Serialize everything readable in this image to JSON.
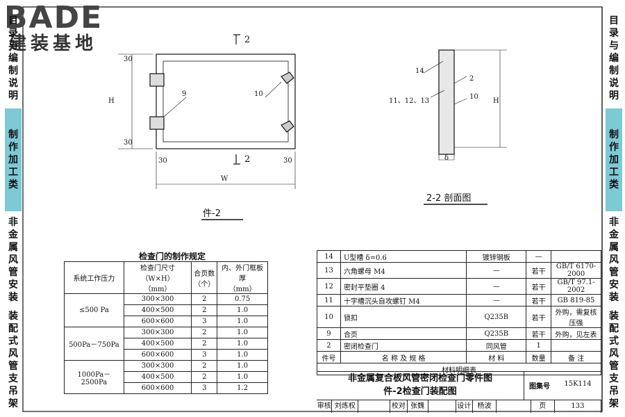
{
  "logo": {
    "brand": "BADE",
    "sub": "建装基地"
  },
  "left_tabs": [
    {
      "text": "目录与编制说明",
      "highlight": false
    },
    {
      "text": "制作加工类",
      "highlight": true
    },
    {
      "text": "非金属风管安装",
      "highlight": false
    },
    {
      "text": "装配式风管支吊架",
      "highlight": false
    }
  ],
  "right_tabs": [
    {
      "text": "目录与编制说明",
      "highlight": false
    },
    {
      "text": "制作加工类",
      "highlight": true
    },
    {
      "text": "非金属风管安装",
      "highlight": false
    },
    {
      "text": "装配式风管支吊架",
      "highlight": false
    }
  ],
  "drawing1": {
    "section_mark_top": "2",
    "section_mark_bottom": "2",
    "dim_30": "30",
    "dim_h": "H",
    "dim_w": "W",
    "callout_9": "9",
    "callout_10": "10",
    "caption": "件-2"
  },
  "drawing2": {
    "callout_14": "14",
    "callout_2": "2",
    "callout_11": "11、12、13",
    "callout_10": "10",
    "dim_h": "H",
    "dim_delta": "δ",
    "caption": "2-2  剖面图"
  },
  "spec_table": {
    "title": "检查门的制作规定",
    "headers": [
      "系统工作压力",
      "检查门尺寸（W×H）\n（mm）",
      "合页数\n（个）",
      "内、外门框板厚\n（mm）"
    ],
    "groups": [
      {
        "pressure": "≤500 Pa",
        "rows": [
          [
            "300×300",
            "2",
            "0.75"
          ],
          [
            "400×500",
            "2",
            "1.0"
          ],
          [
            "600×600",
            "3",
            "1.0"
          ]
        ]
      },
      {
        "pressure": "500Pa－750Pa",
        "rows": [
          [
            "300×300",
            "2",
            "1.0"
          ],
          [
            "400×500",
            "2",
            "1.0"
          ],
          [
            "600×600",
            "3",
            "1.0"
          ]
        ]
      },
      {
        "pressure": "1000Pa－2500Pa",
        "rows": [
          [
            "300×300",
            "2",
            "1.0"
          ],
          [
            "400×500",
            "2",
            "1.0"
          ],
          [
            "600×600",
            "3",
            "1.2"
          ]
        ]
      }
    ]
  },
  "material_table": {
    "rows": [
      [
        "14",
        "U型槽  δ=0.6",
        "镀锌钢板",
        "—",
        ""
      ],
      [
        "13",
        "六角螺母 M4",
        "—",
        "若干",
        "GB/T 6170-2000"
      ],
      [
        "12",
        "密封平垫圈  4",
        "—",
        "若干",
        "GB/T 97.1-2002"
      ],
      [
        "11",
        "十字槽沉头自攻螺钉  M4",
        "—",
        "若干",
        "GB 819-85"
      ],
      [
        "10",
        "锁扣",
        "Q235B",
        "若干",
        "外购，需复核压强"
      ],
      [
        "9",
        "合页",
        "Q235B",
        "若干",
        "外购，见左表"
      ],
      [
        "2",
        "密闭检查门",
        "同风管",
        "1",
        ""
      ]
    ],
    "header": [
      "件号",
      "名  称  及  规  格",
      "材  料",
      "数量",
      "备  注"
    ],
    "caption": "材料明细表"
  },
  "title_block": {
    "title1": "非金属复合板风管密闭检查门零件图",
    "title2": "件-2检查门装配图",
    "atlas_label": "图集号",
    "atlas_no": "15K114",
    "sign_row": [
      "审核",
      "刘炼权",
      "",
      "校对",
      "张魏",
      "",
      "设计",
      "杨波",
      "",
      "页",
      "133"
    ]
  }
}
